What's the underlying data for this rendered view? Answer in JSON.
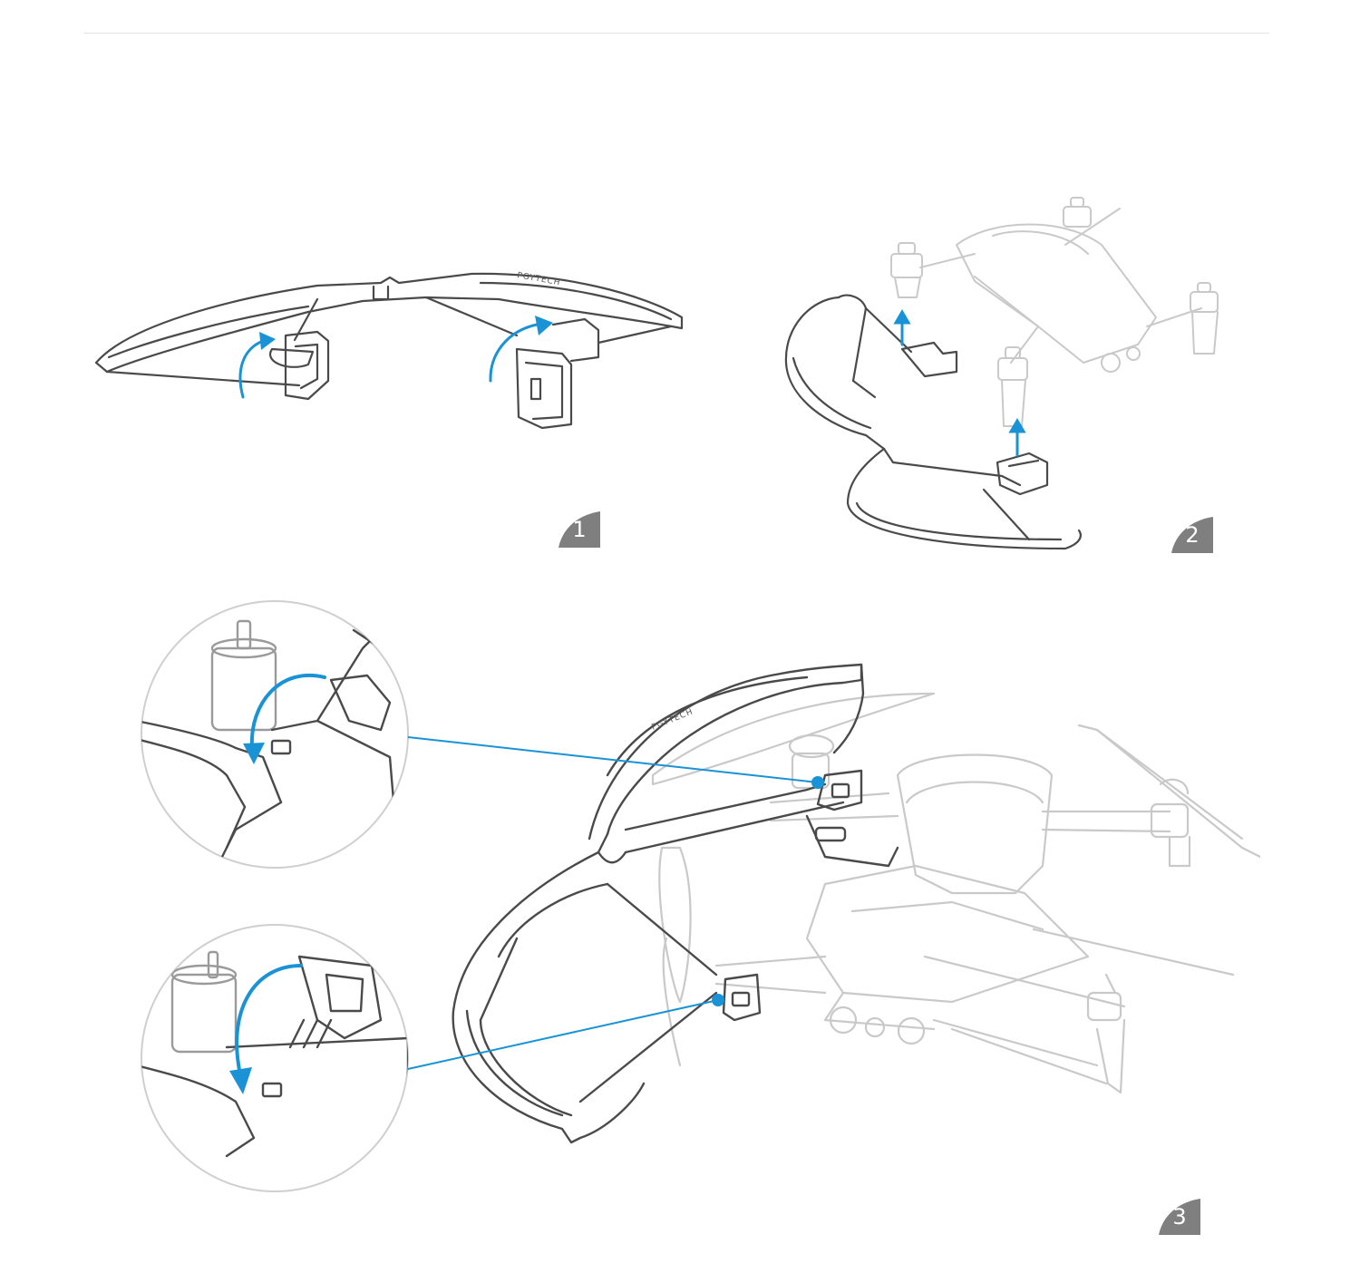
{
  "steps": [
    {
      "label": "1"
    },
    {
      "label": "2"
    },
    {
      "label": "3"
    }
  ],
  "brand_mark": "PGYTECH",
  "colors": {
    "accent": "#1a93d6",
    "badge": "#7f7f7f",
    "line_dark": "#4a4a4a",
    "line_light": "#c9c9c9",
    "rule": "#e3e3e3"
  }
}
